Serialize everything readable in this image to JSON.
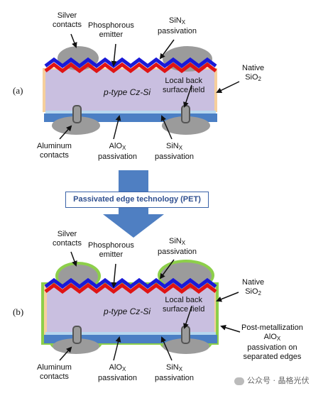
{
  "panel_a": {
    "tag": "(a)",
    "silver_contacts": [
      "Silver",
      "contacts"
    ],
    "phosphorous_emitter": [
      "Phosphorous",
      "emitter"
    ],
    "sinx_top": {
      "main": "SiN",
      "sub": "X",
      "line2": "passivation"
    },
    "native": {
      "line1": "Native",
      "main": "SiO",
      "sub": "2"
    },
    "ptype": "p-type Cz-Si",
    "local_back": [
      "Local back",
      "surface field"
    ],
    "aluminum_contacts": [
      "Aluminum",
      "contacts"
    ],
    "alox": {
      "main": "AlO",
      "sub": "X",
      "line2": "passivation"
    },
    "sinx_bottom": {
      "main": "SiN",
      "sub": "X",
      "line2": "passivation"
    }
  },
  "pet_label": "Passivated edge technology (PET)",
  "panel_b": {
    "tag": "(b)",
    "silver_contacts": [
      "Silver",
      "contacts"
    ],
    "phosphorous_emitter": [
      "Phosphorous",
      "emitter"
    ],
    "sinx_top": {
      "main": "SiN",
      "sub": "X",
      "line2": "passivation"
    },
    "native": {
      "line1": "Native",
      "main": "SiO",
      "sub": "2"
    },
    "ptype": "p-type Cz-Si",
    "local_back": [
      "Local back",
      "surface field"
    ],
    "post_metal": {
      "line1": "Post-metallization",
      "main": "AlO",
      "sub": "X",
      "line3": "passivation on",
      "line4": "separated edges"
    },
    "aluminum_contacts": [
      "Aluminum",
      "contacts"
    ],
    "alox": {
      "main": "AlO",
      "sub": "X",
      "line2": "passivation"
    },
    "sinx_bottom": {
      "main": "SiN",
      "sub": "X",
      "line2": "passivation"
    }
  },
  "watermark": "公众号 · 晶格光伏",
  "colors": {
    "silicon": "#c9bfe0",
    "silver": "#9b9b9b",
    "sinx": "#1a1ad8",
    "emitter": "#e01414",
    "sio2": "#f6cf9c",
    "alox": "#b6d7ef",
    "sinx_back": "#4b7fc4",
    "edge_alox": "#8dcf4a",
    "arrow": "#4f7fc2"
  }
}
